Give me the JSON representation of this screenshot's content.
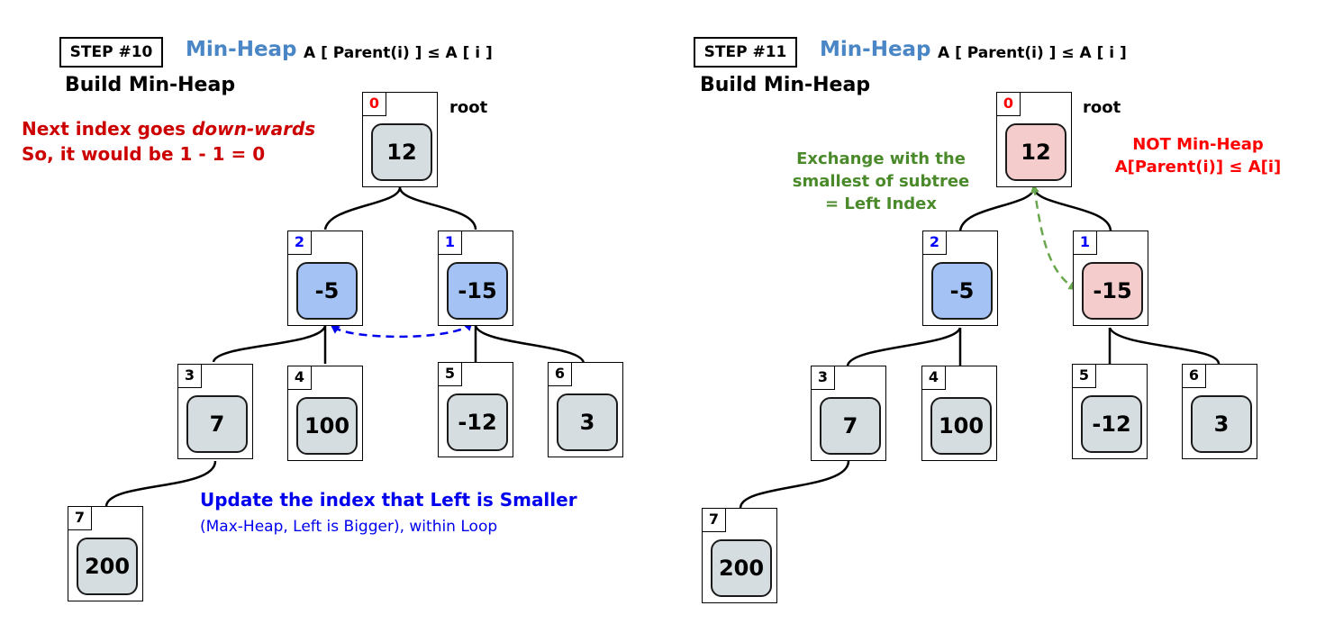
{
  "colors": {
    "heap_title": "#4a86c5",
    "red_note": "#cc0000",
    "blue_note": "#0000ee",
    "green_note": "#4a8a2a",
    "node_gray": "#d5dde0",
    "node_blue": "#a4c2f4",
    "node_pink": "#f4cccc",
    "red_index": "#ff0000",
    "blue_index": "#0000ff"
  },
  "left_panel": {
    "step": "STEP #10",
    "heap_type": "Min-Heap",
    "formula": "A [ Parent(i) ] ≤ A [ i ]",
    "subtitle": "Build Min-Heap",
    "root_label": "root",
    "note_line1": "Next index goes ",
    "note_line1_em": "down-wards",
    "note_line2": "So, it would be 1 - 1 = 0",
    "update_note": "Update the index that Left is Smaller",
    "update_note_sub": "(Max-Heap, Left is Bigger), within Loop",
    "nodes": [
      {
        "index": "0",
        "value": "12",
        "fill": "gray",
        "index_color": "red"
      },
      {
        "index": "2",
        "value": "-5",
        "fill": "blue",
        "index_color": "blue"
      },
      {
        "index": "1",
        "value": "-15",
        "fill": "blue",
        "index_color": "blue"
      },
      {
        "index": "3",
        "value": "7",
        "fill": "gray",
        "index_color": "black"
      },
      {
        "index": "4",
        "value": "100",
        "fill": "gray",
        "index_color": "black"
      },
      {
        "index": "5",
        "value": "-12",
        "fill": "gray",
        "index_color": "black"
      },
      {
        "index": "6",
        "value": "3",
        "fill": "gray",
        "index_color": "black"
      },
      {
        "index": "7",
        "value": "200",
        "fill": "gray",
        "index_color": "black"
      }
    ]
  },
  "right_panel": {
    "step": "STEP #11",
    "heap_type": "Min-Heap",
    "formula": "A [ Parent(i) ] ≤ A [ i ]",
    "subtitle": "Build Min-Heap",
    "root_label": "root",
    "exchange_note": [
      "Exchange with the",
      "smallest of subtree",
      "= Left Index"
    ],
    "not_heap_note": [
      "NOT Min-Heap",
      "A[Parent(i)] ≤ A[i]"
    ],
    "nodes": [
      {
        "index": "0",
        "value": "12",
        "fill": "pink",
        "index_color": "red"
      },
      {
        "index": "2",
        "value": "-5",
        "fill": "blue",
        "index_color": "blue"
      },
      {
        "index": "1",
        "value": "-15",
        "fill": "pink",
        "index_color": "blue"
      },
      {
        "index": "3",
        "value": "7",
        "fill": "gray",
        "index_color": "black"
      },
      {
        "index": "4",
        "value": "100",
        "fill": "gray",
        "index_color": "black"
      },
      {
        "index": "5",
        "value": "-12",
        "fill": "gray",
        "index_color": "black"
      },
      {
        "index": "6",
        "value": "3",
        "fill": "gray",
        "index_color": "black"
      },
      {
        "index": "7",
        "value": "200",
        "fill": "gray",
        "index_color": "black"
      }
    ]
  }
}
